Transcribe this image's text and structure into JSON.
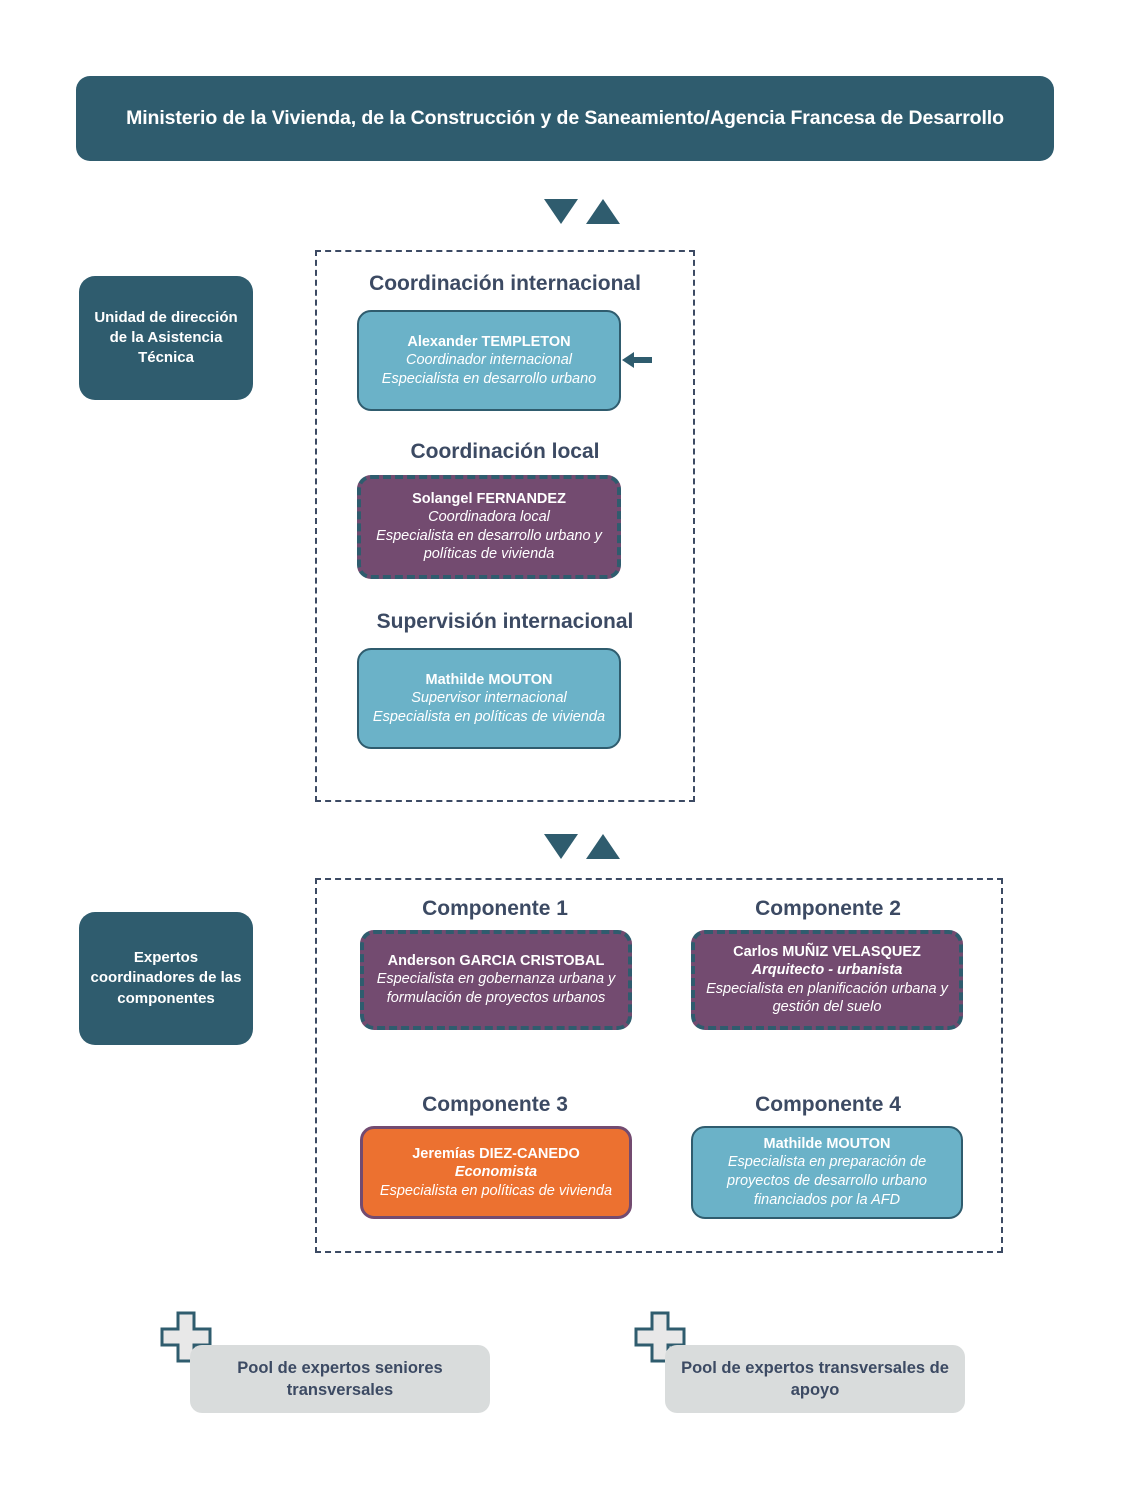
{
  "header": {
    "title": "Ministerio de la Vivienda, de la Construcción y de Saneamiento/Agencia Francesa de Desarrollo"
  },
  "side_labels": {
    "unit": "Unidad de dirección de la Asistencia Técnica",
    "experts": "Expertos coordinadores de las componentes"
  },
  "management_group": {
    "sections": [
      {
        "title": "Coordinación internacional",
        "card": {
          "name": "Alexander TEMPLETON",
          "role": "Coordinador internacional",
          "specialty": "Especialista en desarrollo urbano",
          "color": "#6BB2C8",
          "style": "teal"
        }
      },
      {
        "title": "Coordinación local",
        "card": {
          "name": "Solangel FERNANDEZ",
          "role": "Coordinadora local",
          "specialty": "Especialista en desarrollo urbano y políticas de vivienda",
          "color": "#734B70",
          "style": "purple"
        }
      },
      {
        "title": "Supervisión internacional",
        "card": {
          "name": "Mathilde MOUTON",
          "role": "Supervisor internacional",
          "specialty": "Especialista en políticas de vivienda",
          "color": "#6BB2C8",
          "style": "teal"
        }
      }
    ]
  },
  "components_group": {
    "sections": [
      {
        "title": "Componente 1",
        "card": {
          "name": "Anderson GARCIA CRISTOBAL",
          "role": "",
          "specialty": "Especialista en gobernanza urbana y formulación de proyectos urbanos",
          "color": "#734B70",
          "style": "purple"
        }
      },
      {
        "title": "Componente 2",
        "card": {
          "name": "Carlos MUÑIZ VELASQUEZ",
          "role": "Arquitecto - urbanista",
          "specialty": "Especialista en planificación urbana y gestión del suelo",
          "color": "#734B70",
          "style": "purple"
        }
      },
      {
        "title": "Componente 3",
        "card": {
          "name": "Jeremías DIEZ-CANEDO",
          "role": "Economista",
          "specialty": "Especialista en políticas de vivienda",
          "color": "#EC7130",
          "style": "orange"
        }
      },
      {
        "title": "Componente 4",
        "card": {
          "name": "Mathilde MOUTON",
          "role": "",
          "specialty": "Especialista en preparación de proyectos de desarrollo urbano financiados por la AFD",
          "color": "#6BB2C8",
          "style": "teal"
        }
      }
    ]
  },
  "pools": [
    {
      "label": "Pool de expertos seniores transversales",
      "icon": "plus-icon"
    },
    {
      "label": "Pool de expertos transversales de apoyo",
      "icon": "plus-icon"
    }
  ],
  "icons": {
    "triangle_down": "triangle-down-icon",
    "triangle_up": "triangle-up-icon",
    "inbound_arrow": "arrow-left-icon"
  },
  "colors": {
    "dark_teal": "#2F5C6E",
    "light_teal": "#6BB2C8",
    "purple": "#734B70",
    "orange": "#EC7130",
    "navy_text": "#3C4A63",
    "pool_grey": "#D9DCDC"
  }
}
